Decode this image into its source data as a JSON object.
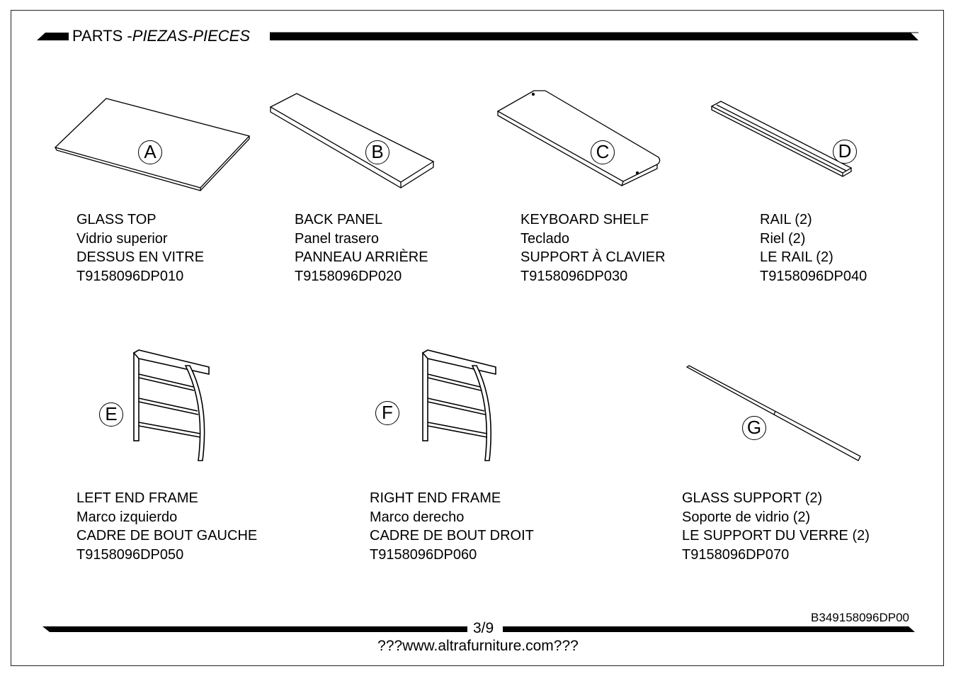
{
  "header": {
    "title_prefix": "PARTS -",
    "title_italic": "PIEZAS-PIECES"
  },
  "parts": [
    {
      "letter": "A",
      "name_en": "GLASS TOP",
      "name_es": "Vidrio superior",
      "name_fr": "DESSUS EN VITRE",
      "code": "T9158096DP010"
    },
    {
      "letter": "B",
      "name_en": "BACK PANEL",
      "name_es": "Panel trasero",
      "name_fr": "PANNEAU ARRIÈRE",
      "code": "T9158096DP020"
    },
    {
      "letter": "C",
      "name_en": "KEYBOARD SHELF",
      "name_es": "Teclado",
      "name_fr": "SUPPORT À CLAVIER",
      "code": "T9158096DP030"
    },
    {
      "letter": "D",
      "name_en": "RAIL (2)",
      "name_es": "Riel (2)",
      "name_fr": "LE RAIL (2)",
      "code": "T9158096DP040"
    },
    {
      "letter": "E",
      "name_en": "LEFT END FRAME",
      "name_es": "Marco izquierdo",
      "name_fr": "CADRE DE BOUT GAUCHE",
      "code": "T9158096DP050"
    },
    {
      "letter": "F",
      "name_en": "RIGHT END FRAME",
      "name_es": "Marco derecho",
      "name_fr": "CADRE DE BOUT DROIT",
      "code": "T9158096DP060"
    },
    {
      "letter": "G",
      "name_en": "GLASS SUPPORT (2)",
      "name_es": "Soporte de vidrio (2)",
      "name_fr": "LE SUPPORT DU VERRE (2)",
      "code": "T9158096DP070"
    }
  ],
  "footer": {
    "page": "3/9",
    "doc_code": "B349158096DP00",
    "website": "???www.altrafurniture.com???"
  }
}
